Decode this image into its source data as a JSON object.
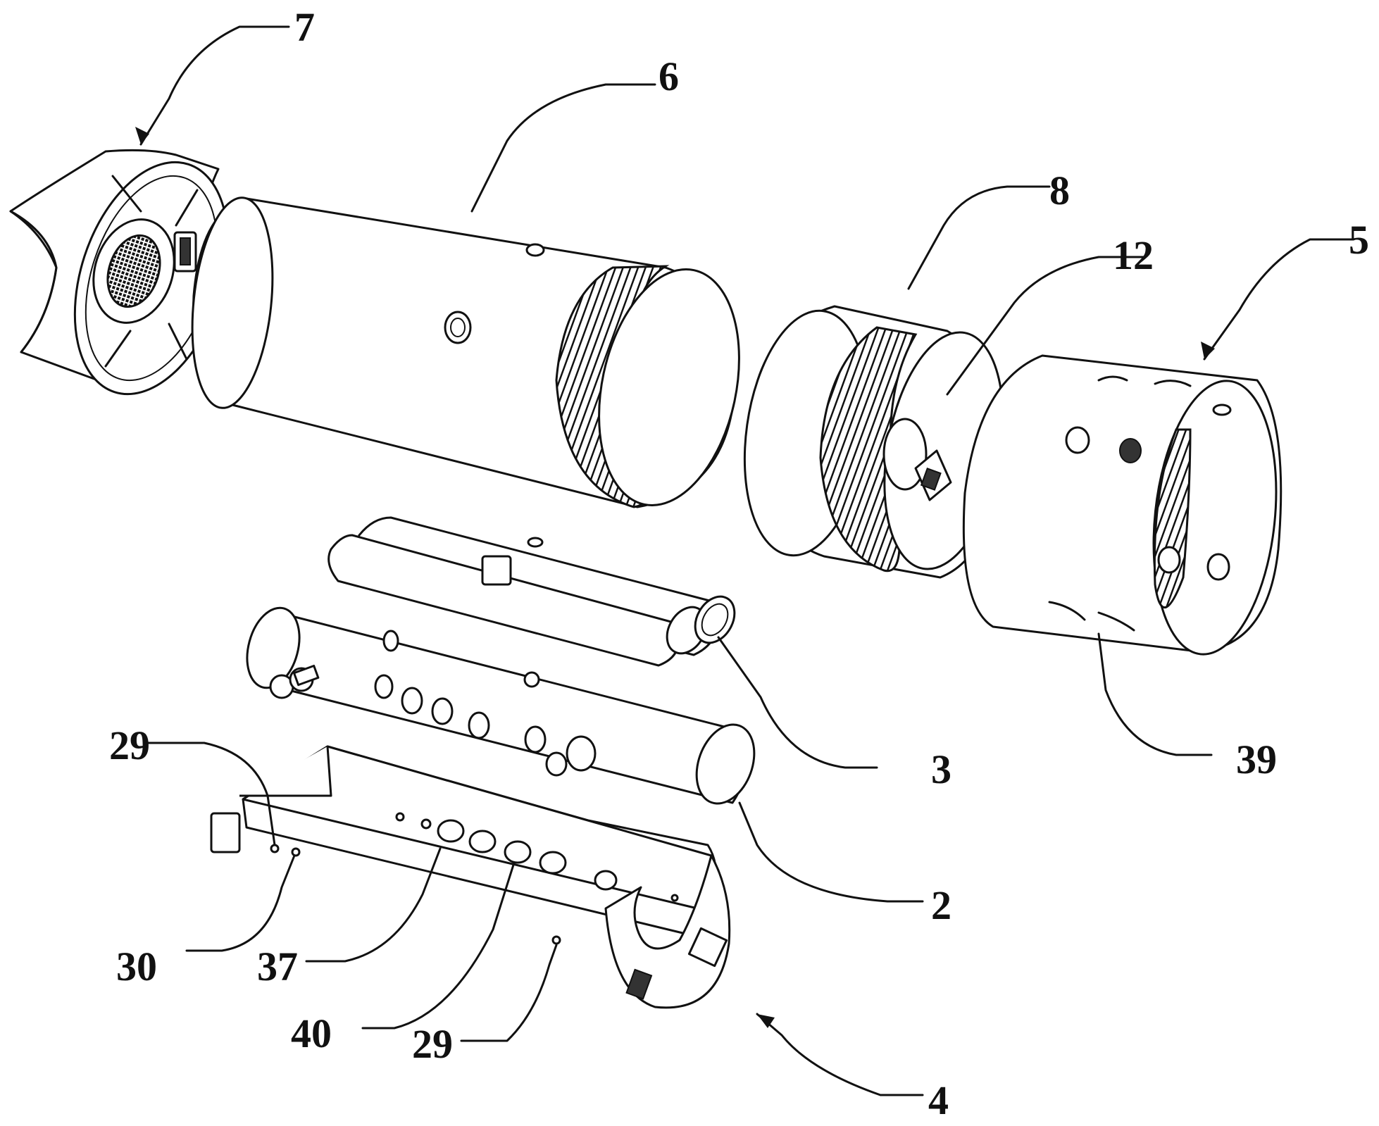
{
  "figure": {
    "labels": {
      "l7": "7",
      "l6": "6",
      "l8": "8",
      "l12": "12",
      "l5": "5",
      "l3": "3",
      "l39": "39",
      "l29a": "29",
      "l2": "2",
      "l30": "30",
      "l37": "37",
      "l40": "40",
      "l29b": "29",
      "l4": "4"
    }
  }
}
